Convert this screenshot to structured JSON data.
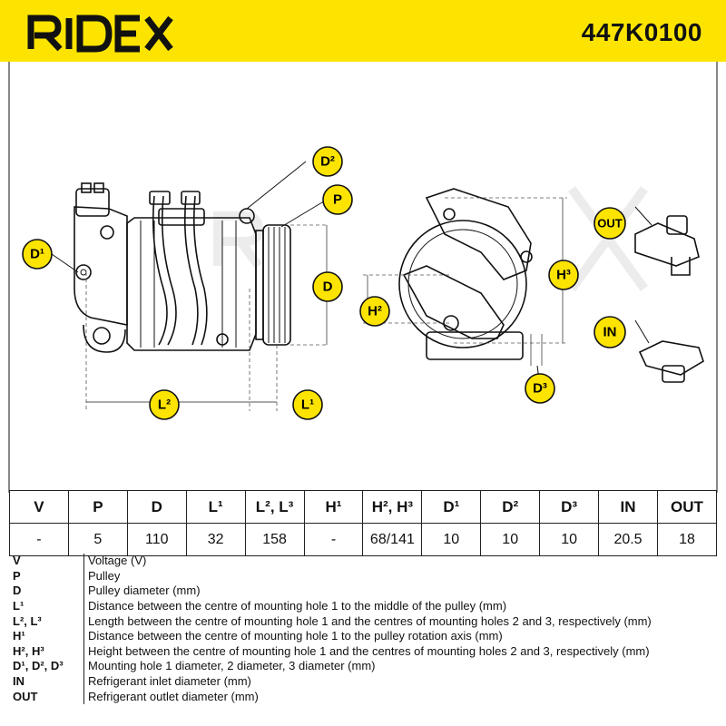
{
  "header": {
    "brand": "RIDEX",
    "part_number": "447K0100",
    "brand_color": "#fde400"
  },
  "callouts": {
    "d1": "D¹",
    "d2": "D²",
    "d3": "D³",
    "p": "P",
    "d": "D",
    "l1": "L¹",
    "l2": "L²",
    "h2": "H²",
    "h3": "H³",
    "out": "OUT",
    "in": "IN"
  },
  "watermark": "RIDEX",
  "specs": {
    "headers": [
      "V",
      "P",
      "D",
      "L¹",
      "L², L³",
      "H¹",
      "H², H³",
      "D¹",
      "D²",
      "D³",
      "IN",
      "OUT"
    ],
    "values": [
      "-",
      "5",
      "110",
      "32",
      "158",
      "-",
      "68/141",
      "10",
      "10",
      "10",
      "20.5",
      "18"
    ]
  },
  "legend": [
    {
      "key": "V",
      "desc": "Voltage (V)"
    },
    {
      "key": "P",
      "desc": "Pulley"
    },
    {
      "key": "D",
      "desc": "Pulley diameter (mm)"
    },
    {
      "key": "L¹",
      "desc": "Distance between the centre of mounting hole 1 to the middle of the pulley (mm)"
    },
    {
      "key": "L², L³",
      "desc": "Length between the centre of mounting hole 1 and the centres of mounting holes 2 and 3, respectively (mm)"
    },
    {
      "key": "H¹",
      "desc": "Distance between the centre of mounting hole 1 to the pulley rotation axis (mm)"
    },
    {
      "key": "H², H³",
      "desc": "Height between the centre of mounting hole 1 and the centres of mounting holes 2 and 3, respectively (mm)"
    },
    {
      "key": "D¹, D², D³",
      "desc": "Mounting hole 1 diameter, 2 diameter, 3 diameter (mm)"
    },
    {
      "key": "IN",
      "desc": "Refrigerant inlet diameter (mm)"
    },
    {
      "key": "OUT",
      "desc": "Refrigerant outlet diameter (mm)"
    }
  ]
}
